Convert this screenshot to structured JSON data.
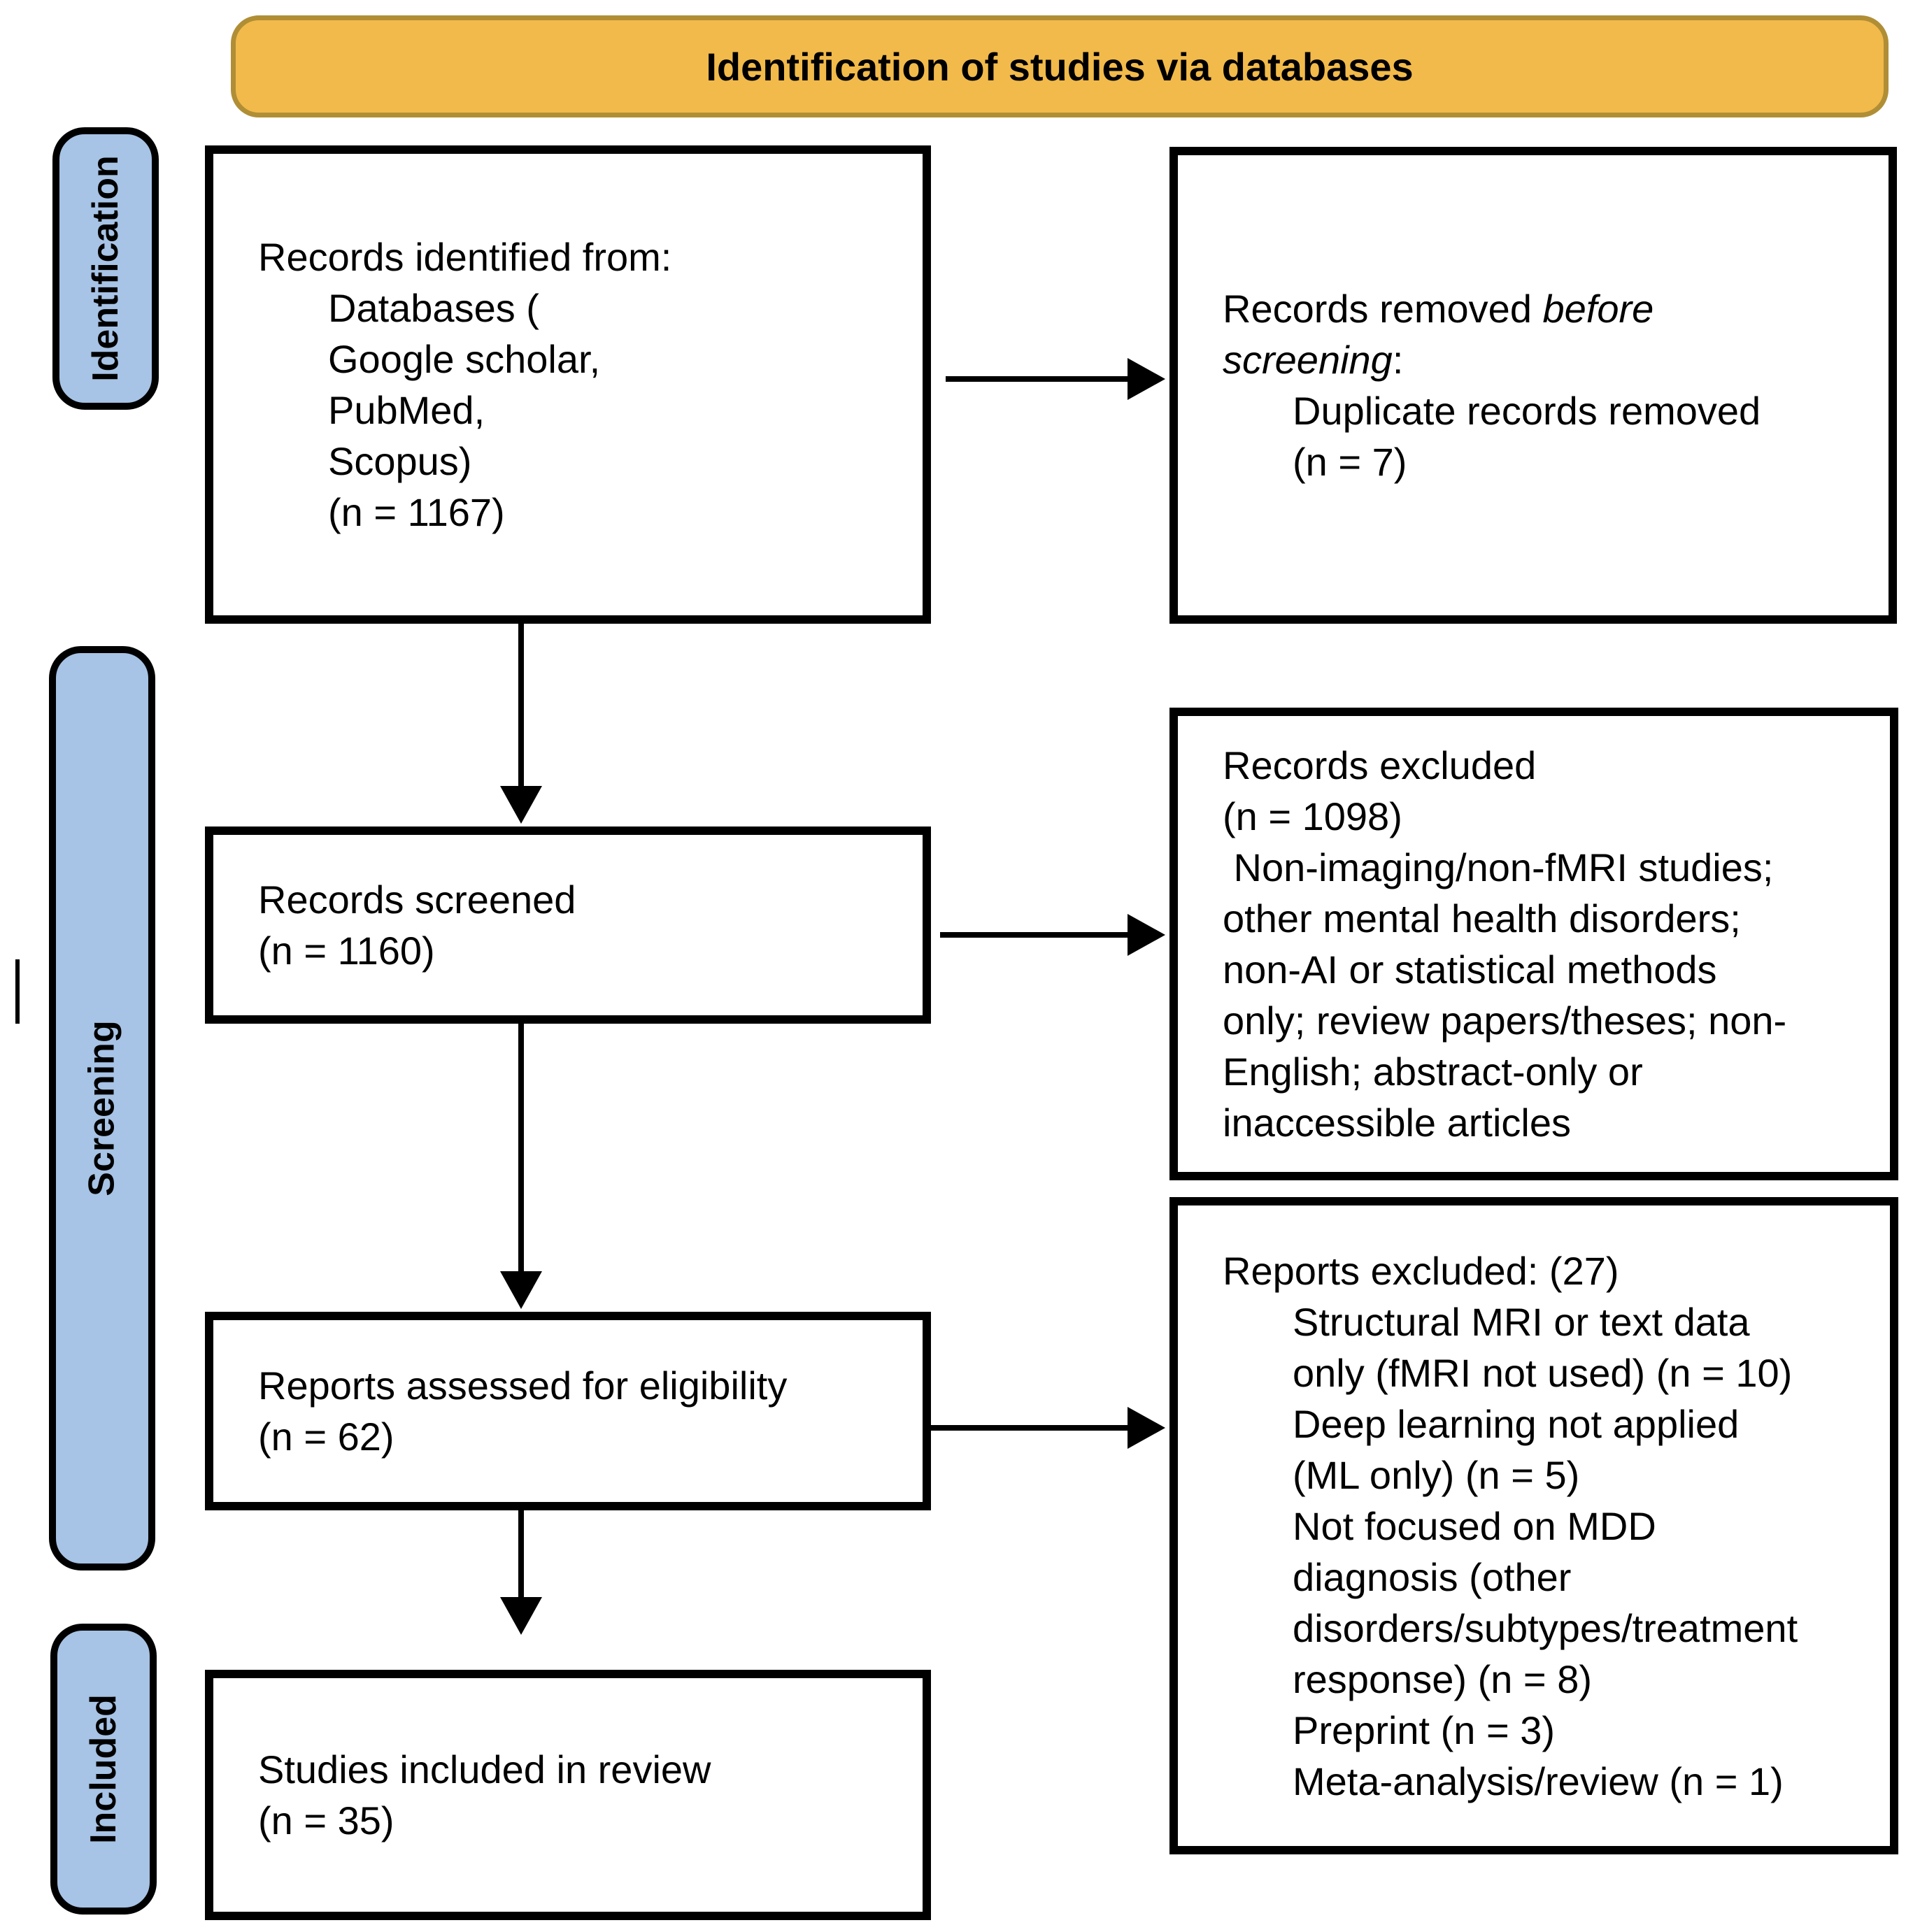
{
  "banner": {
    "label": "Identification of studies via databases"
  },
  "stages": [
    {
      "label": "Identification"
    },
    {
      "label": "Screening"
    },
    {
      "label": "Included"
    }
  ],
  "boxes": {
    "records_identified": {
      "lines": [
        {
          "t": "Records identified from:"
        },
        {
          "t": "Databases (",
          "indent": true
        },
        {
          "t": "Google scholar,",
          "indent": true
        },
        {
          "t": "PubMed,",
          "indent": true
        },
        {
          "t": "Scopus)",
          "indent": true
        },
        {
          "t": "(n = 1167)",
          "indent": true
        }
      ]
    },
    "records_removed": {
      "lines": [
        {
          "segments": [
            {
              "t": "Records removed "
            },
            {
              "t": "before",
              "i": true
            }
          ]
        },
        {
          "segments": [
            {
              "t": "screening",
              "i": true
            },
            {
              "t": ":"
            }
          ]
        },
        {
          "t": "Duplicate records removed",
          "indent": true
        },
        {
          "t": "(n = 7)",
          "indent": true
        }
      ]
    },
    "records_screened": {
      "lines": [
        {
          "t": "Records screened"
        },
        {
          "t": "(n = 1160)"
        }
      ]
    },
    "records_excluded": {
      "lines": [
        {
          "t": "Records excluded"
        },
        {
          "t": "(n = 1098)"
        },
        {
          "t": " Non-imaging/non-fMRI studies;"
        },
        {
          "t": "other mental health disorders;"
        },
        {
          "t": "non-AI or statistical methods"
        },
        {
          "t": "only; review papers/theses; non-"
        },
        {
          "t": "English; abstract-only or"
        },
        {
          "t": "inaccessible articles"
        }
      ]
    },
    "reports_assessed": {
      "lines": [
        {
          "t": "Reports assessed for eligibility"
        },
        {
          "t": "(n = 62)"
        }
      ]
    },
    "reports_excluded": {
      "lines": [
        {
          "t": "Reports excluded: (27)"
        },
        {
          "t": "Structural MRI or text data",
          "indent": true
        },
        {
          "t": "only (fMRI not used) (n = 10)",
          "indent": true
        },
        {
          "t": "Deep learning not applied",
          "indent": true
        },
        {
          "t": "(ML only) (n = 5)",
          "indent": true
        },
        {
          "t": "Not focused on MDD",
          "indent": true
        },
        {
          "t": "diagnosis (other",
          "indent": true
        },
        {
          "t": "disorders/subtypes/treatment",
          "indent": true
        },
        {
          "t": "response) (n = 8)",
          "indent": true
        },
        {
          "t": "Preprint (n = 3)",
          "indent": true
        },
        {
          "t": "Meta-analysis/review (n = 1)",
          "indent": true
        }
      ]
    },
    "studies_included": {
      "lines": [
        {
          "t": "Studies included in review"
        },
        {
          "t": "(n = 35)"
        }
      ]
    }
  },
  "colors": {
    "banner_fill": "#F2BA4B",
    "banner_border": "#B08E35",
    "stage_fill": "#A7C3E5",
    "stage_border": "#000000",
    "box_border": "#000000",
    "arrow": "#000000"
  }
}
